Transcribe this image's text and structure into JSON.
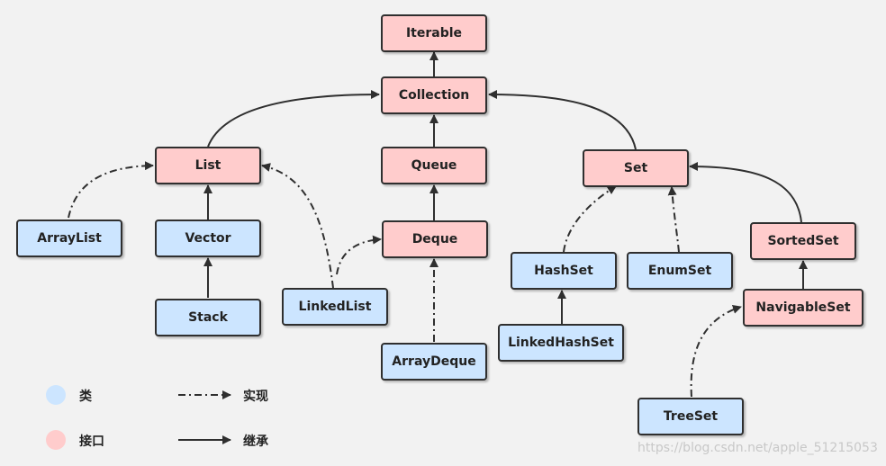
{
  "colors": {
    "class_fill": "#cce5ff",
    "interface_fill": "#ffcccc",
    "stroke": "#2f2f2f"
  },
  "nodes": {
    "iterable": {
      "label": "Iterable",
      "kind": "interface"
    },
    "collection": {
      "label": "Collection",
      "kind": "interface"
    },
    "list": {
      "label": "List",
      "kind": "interface"
    },
    "queue": {
      "label": "Queue",
      "kind": "interface"
    },
    "set": {
      "label": "Set",
      "kind": "interface"
    },
    "deque": {
      "label": "Deque",
      "kind": "interface"
    },
    "sortedset": {
      "label": "SortedSet",
      "kind": "interface"
    },
    "navigableset": {
      "label": "NavigableSet",
      "kind": "interface"
    },
    "arraylist": {
      "label": "ArrayList",
      "kind": "class"
    },
    "vector": {
      "label": "Vector",
      "kind": "class"
    },
    "stack": {
      "label": "Stack",
      "kind": "class"
    },
    "linkedlist": {
      "label": "LinkedList",
      "kind": "class"
    },
    "arraydeque": {
      "label": "ArrayDeque",
      "kind": "class"
    },
    "hashset": {
      "label": "HashSet",
      "kind": "class"
    },
    "enumset": {
      "label": "EnumSet",
      "kind": "class"
    },
    "linkedhashset": {
      "label": "LinkedHashSet",
      "kind": "class"
    },
    "treeset": {
      "label": "TreeSet",
      "kind": "class"
    }
  },
  "edges": [
    {
      "from": "collection",
      "to": "iterable",
      "type": "inherit"
    },
    {
      "from": "list",
      "to": "collection",
      "type": "inherit"
    },
    {
      "from": "queue",
      "to": "collection",
      "type": "inherit"
    },
    {
      "from": "set",
      "to": "collection",
      "type": "inherit"
    },
    {
      "from": "deque",
      "to": "queue",
      "type": "inherit"
    },
    {
      "from": "sortedset",
      "to": "set",
      "type": "inherit"
    },
    {
      "from": "navigableset",
      "to": "sortedset",
      "type": "inherit"
    },
    {
      "from": "vector",
      "to": "list",
      "type": "inherit"
    },
    {
      "from": "stack",
      "to": "vector",
      "type": "inherit"
    },
    {
      "from": "linkedhashset",
      "to": "hashset",
      "type": "inherit"
    },
    {
      "from": "arraylist",
      "to": "list",
      "type": "implement"
    },
    {
      "from": "linkedlist",
      "to": "list",
      "type": "implement"
    },
    {
      "from": "linkedlist",
      "to": "deque",
      "type": "implement"
    },
    {
      "from": "arraydeque",
      "to": "deque",
      "type": "implement"
    },
    {
      "from": "hashset",
      "to": "set",
      "type": "implement"
    },
    {
      "from": "enumset",
      "to": "set",
      "type": "implement"
    },
    {
      "from": "treeset",
      "to": "navigableset",
      "type": "implement"
    }
  ],
  "legend": {
    "class_label": "类",
    "interface_label": "接口",
    "implement_label": "实现",
    "inherit_label": "继承"
  },
  "watermark": "https://blog.csdn.net/apple_51215053"
}
